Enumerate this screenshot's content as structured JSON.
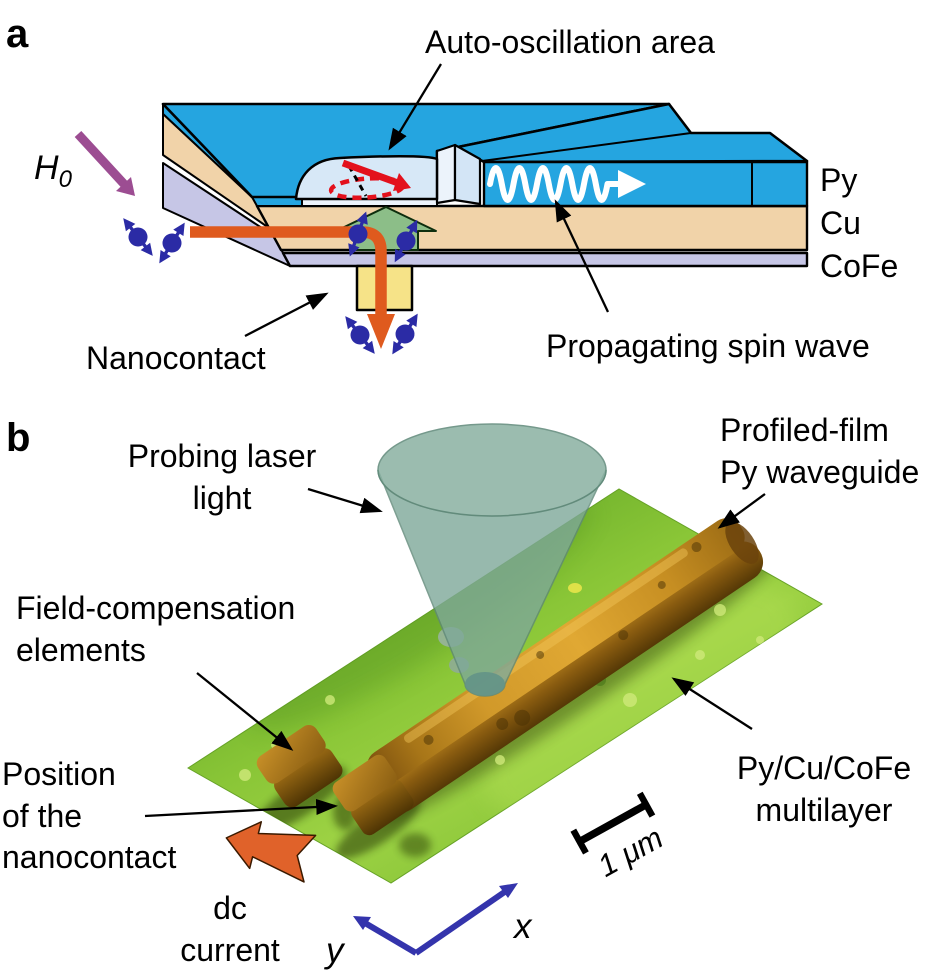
{
  "panel_a": {
    "letter": "a",
    "auto_oscillation_label": "Auto-oscillation area",
    "external_field_symbol": "H",
    "external_field_subscript": "0",
    "layer_labels": {
      "py": "Py",
      "cu": "Cu",
      "cofe": "CoFe"
    },
    "nanocontact_label": "Nanocontact",
    "spin_wave_label": "Propagating spin wave"
  },
  "panel_b": {
    "letter": "b",
    "probing_laser_label": "Probing laser\nlight",
    "waveguide_label": "Profiled-film\nPy waveguide",
    "compensation_label": "Field-compensation\nelements",
    "nanocontact_position_label": "Position\nof the\nnanocontact",
    "dc_current_label": "dc\ncurrent",
    "multilayer_label": "Py/Cu/CoFe\nmultilayer",
    "scale_bar_label": "1 μm",
    "axis_labels": {
      "x": "x",
      "y": "y"
    }
  },
  "colors": {
    "py_blue": "#25A5E0",
    "cu_tan": "#F1D3A9",
    "cofe_lavender": "#C6C6E6",
    "oscillation_area_pale_blue": "#D7E8F7",
    "nanocontact_yellow": "#F6E388",
    "dc_current_orange": "#E0622A",
    "precession_red": "#E3111C",
    "spin_navy": "#2B2BA5",
    "applied_field_purple": "#9C4D92",
    "spin_transfer_green": "#8CBE88",
    "laser_cone_teal": "#7EA899",
    "afm_surface_green": "#8CC838",
    "waveguide_ridge_brown": "#C18920",
    "axes_blue": "#3434AC"
  }
}
